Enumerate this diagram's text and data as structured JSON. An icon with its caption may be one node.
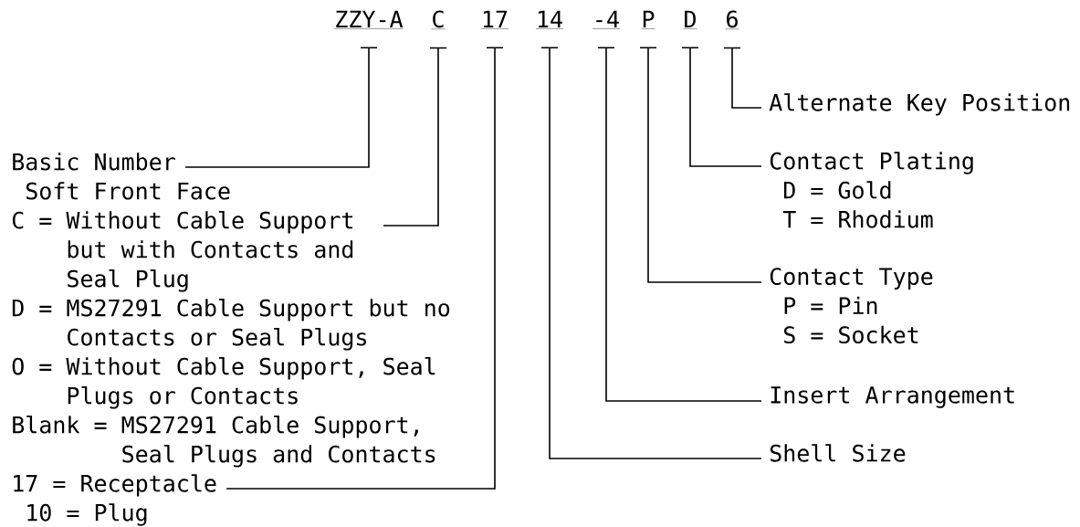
{
  "diagram": {
    "nodes": [
      {
        "text": [
          "ZZY-A"
        ]
      },
      {
        "text": [
          "C"
        ]
      },
      {
        "text": [
          "17"
        ]
      },
      {
        "text": [
          "14"
        ]
      },
      {
        "text": [
          "-4"
        ]
      },
      {
        "text": [
          "P"
        ]
      },
      {
        "text": [
          "D"
        ]
      },
      {
        "text": [
          "6"
        ]
      },
      {
        "text": [
          "Basic Number"
        ]
      },
      {
        "text": [
          "Soft Front Face",
          "C = Without Cable Support but with Contacts and Seal Plug",
          "D = MS27291 Cable Support but no Contacts or Seal Plugs",
          "O = Without Cable Support, Seal Plugs or Contacts",
          "Blank = MS27291 Cable Support, Seal Plugs and Contacts"
        ]
      },
      {
        "text": [
          "17 = Receptacle",
          "10 = Plug"
        ]
      },
      {
        "text": [
          "Alternate Key Position"
        ]
      },
      {
        "text": [
          "Contact Plating",
          "D = Gold",
          "T = Rhodium"
        ]
      },
      {
        "text": [
          "Contact Type",
          "P = Pin",
          "S = Socket"
        ]
      },
      {
        "text": [
          "Insert Arrangement"
        ]
      },
      {
        "text": [
          "Shell Size"
        ]
      }
    ],
    "edges": [
      {
        "from": 0,
        "to": 8,
        "arrow": "none"
      },
      {
        "from": 1,
        "to": 9,
        "arrow": "none"
      },
      {
        "from": 2,
        "to": 10,
        "arrow": "none"
      },
      {
        "from": 3,
        "to": 15,
        "arrow": "none"
      },
      {
        "from": 4,
        "to": 14,
        "arrow": "none"
      },
      {
        "from": 5,
        "to": 13,
        "arrow": "none"
      },
      {
        "from": 6,
        "to": 12,
        "arrow": "none"
      },
      {
        "from": 7,
        "to": 11,
        "arrow": "none"
      }
    ]
  }
}
